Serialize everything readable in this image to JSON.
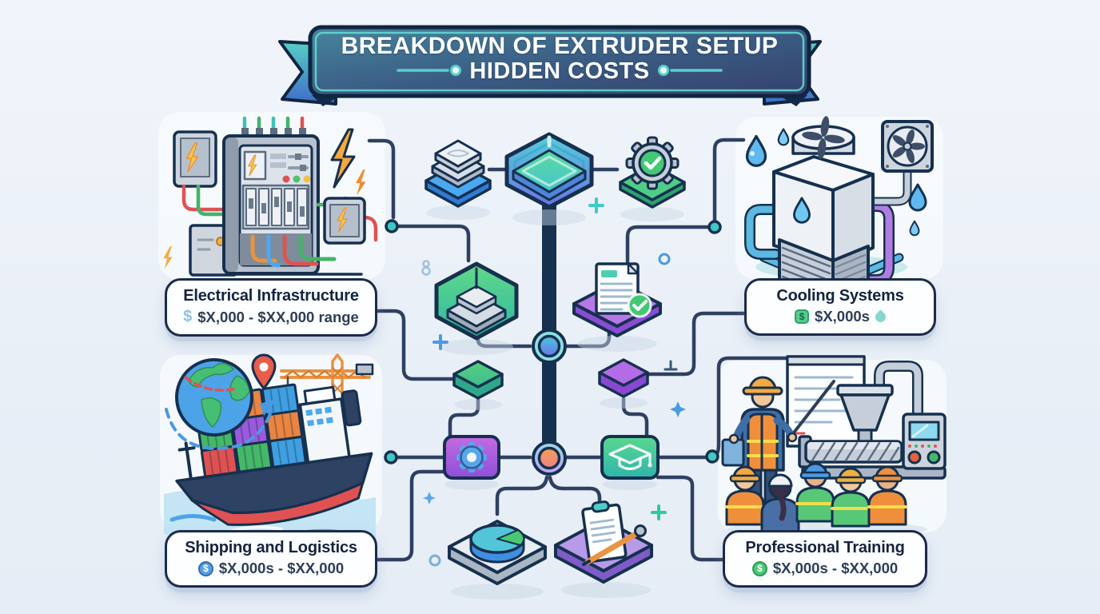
{
  "banner": {
    "line1": "BREAKDOWN OF EXTRUDER SETUP",
    "line2": "HIDDEN COSTS"
  },
  "nodes": {
    "electrical": {
      "title": "Electrical Infrastructure",
      "symbol": "$",
      "cost": "$X,000 - $XX,000 range"
    },
    "cooling": {
      "title": "Cooling Systems",
      "symbol": "$",
      "cost": "$X,000s"
    },
    "shipping": {
      "title": "Shipping and Logistics",
      "symbol": "$",
      "cost": "$X,000s - $XX,000"
    },
    "training": {
      "title": "Professional Training",
      "symbol": "$",
      "cost": "$X,000s - $XX,000"
    }
  },
  "icons": {
    "electrical": "lightning-bolt",
    "cooling": "water-droplet",
    "shipping": "cargo-ship-globe-crane",
    "training": "instructor-extruder-machine",
    "center_nodes": [
      "layers",
      "hexagon-core",
      "gear-check",
      "extruder-die",
      "document-check",
      "green-diamond",
      "purple-diamond",
      "gear",
      "graduation-cap",
      "pie-chart",
      "clipboard-pen"
    ]
  },
  "colors": {
    "background": "#edf2f9",
    "connector_line": "#2e4062",
    "banner_teal": "#5fd3cc",
    "accent_green": "#44d394",
    "accent_blue": "#4a9ae8",
    "accent_purple": "#9a5ade",
    "accent_orange": "#f0924a"
  }
}
